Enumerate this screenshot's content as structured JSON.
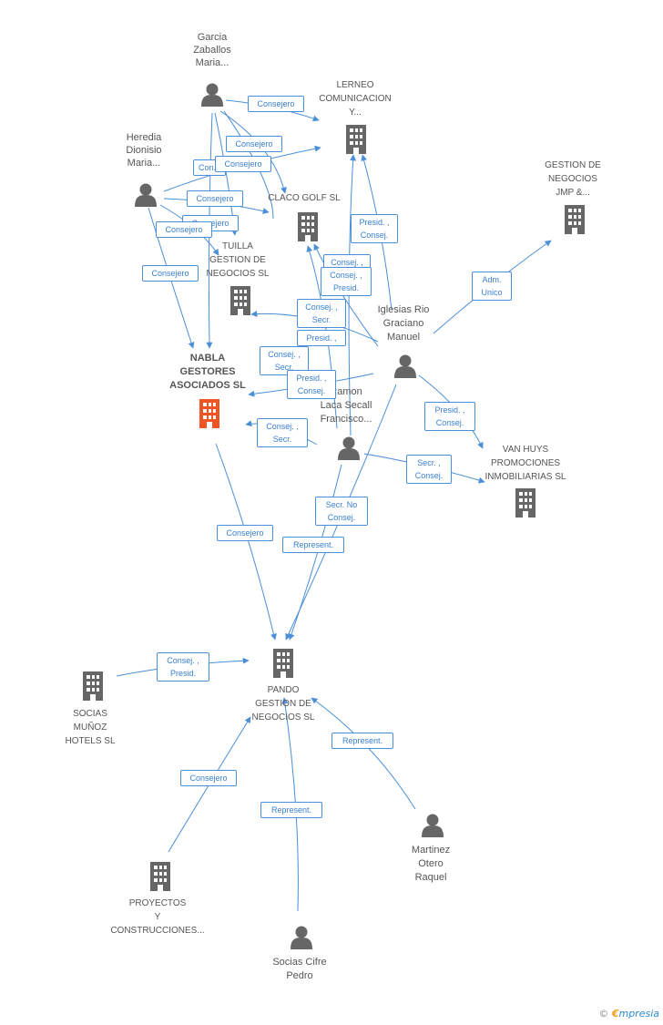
{
  "colors": {
    "edge": "#4a8fd8",
    "icon": "#666666",
    "highlight": "#ee5522",
    "label_text": "#3a7fcf"
  },
  "nodes": {
    "garcia": {
      "label": [
        "Garcia",
        "Zaballos",
        "Maria..."
      ],
      "type": "person"
    },
    "heredia": {
      "label": [
        "Heredia",
        "Dionisio",
        "Maria..."
      ],
      "type": "person"
    },
    "lerneo": {
      "label": [
        "LERNEO",
        "COMUNICACION",
        "Y..."
      ],
      "type": "company"
    },
    "gestion_jmp": {
      "label": [
        "GESTION DE",
        "NEGOCIOS",
        "JMP &..."
      ],
      "type": "company"
    },
    "claco": {
      "label": [
        "CLACO GOLF SL"
      ],
      "type": "company"
    },
    "tuilla": {
      "label": [
        "TUILLA",
        "GESTION DE",
        "NEGOCIOS SL"
      ],
      "type": "company"
    },
    "nabla": {
      "label": [
        "NABLA",
        "GESTORES",
        "ASOCIADOS SL"
      ],
      "type": "company_main"
    },
    "iglesias": {
      "label": [
        "Iglesias Rio",
        "Graciano",
        "Manuel"
      ],
      "type": "person"
    },
    "ramon": {
      "label": [
        "Ramon",
        "Laca Secall",
        "Francisco..."
      ],
      "type": "person"
    },
    "vanhuys": {
      "label": [
        "VAN HUYS",
        "PROMOCIONES",
        "INMOBILIARIAS SL"
      ],
      "type": "company"
    },
    "pando": {
      "label": [
        "PANDO",
        "GESTION DE",
        "NEGOCIOS SL"
      ],
      "type": "company"
    },
    "socias_munoz": {
      "label": [
        "SOCIAS",
        "MUÑOZ",
        "HOTELS SL"
      ],
      "type": "company"
    },
    "martinez": {
      "label": [
        "Martinez",
        "Otero",
        "Raquel"
      ],
      "type": "person"
    },
    "proyectos": {
      "label": [
        "PROYECTOS",
        "Y",
        "CONSTRUCCIONES..."
      ],
      "type": "company"
    },
    "socias_cifre": {
      "label": [
        "Socias Cifre",
        "Pedro"
      ],
      "type": "person"
    }
  },
  "edge_labels": [
    [
      "Consejero"
    ],
    [
      "Consejero"
    ],
    [
      "Con..."
    ],
    [
      "Consejero"
    ],
    [
      "Consejero"
    ],
    [
      "Consejero"
    ],
    [
      "Consejero"
    ],
    [
      "Consejero"
    ],
    [
      "Presid. ,",
      "Consej."
    ],
    [
      "Consej. ,"
    ],
    [
      "Consej. ,",
      "Presid."
    ],
    [
      "Consej. ,",
      "Secr."
    ],
    [
      "Presid. ,"
    ],
    [
      "Consej. ,",
      "Secr."
    ],
    [
      "Presid. ,",
      "Consej."
    ],
    [
      "Consej. ,",
      "Secr."
    ],
    [
      "Adm.",
      "Unico"
    ],
    [
      "Presid. ,",
      "Consej."
    ],
    [
      "Secr. ,",
      "Consej."
    ],
    [
      "Secr.  No",
      "Consej."
    ],
    [
      "Represent."
    ],
    [
      "Consejero"
    ],
    [
      "Consej. ,",
      "Presid."
    ],
    [
      "Represent."
    ],
    [
      "Consejero"
    ],
    [
      "Represent."
    ]
  ],
  "footer": {
    "copyright": "©",
    "brand_e": "€",
    "brand_rest": "mpresia"
  }
}
